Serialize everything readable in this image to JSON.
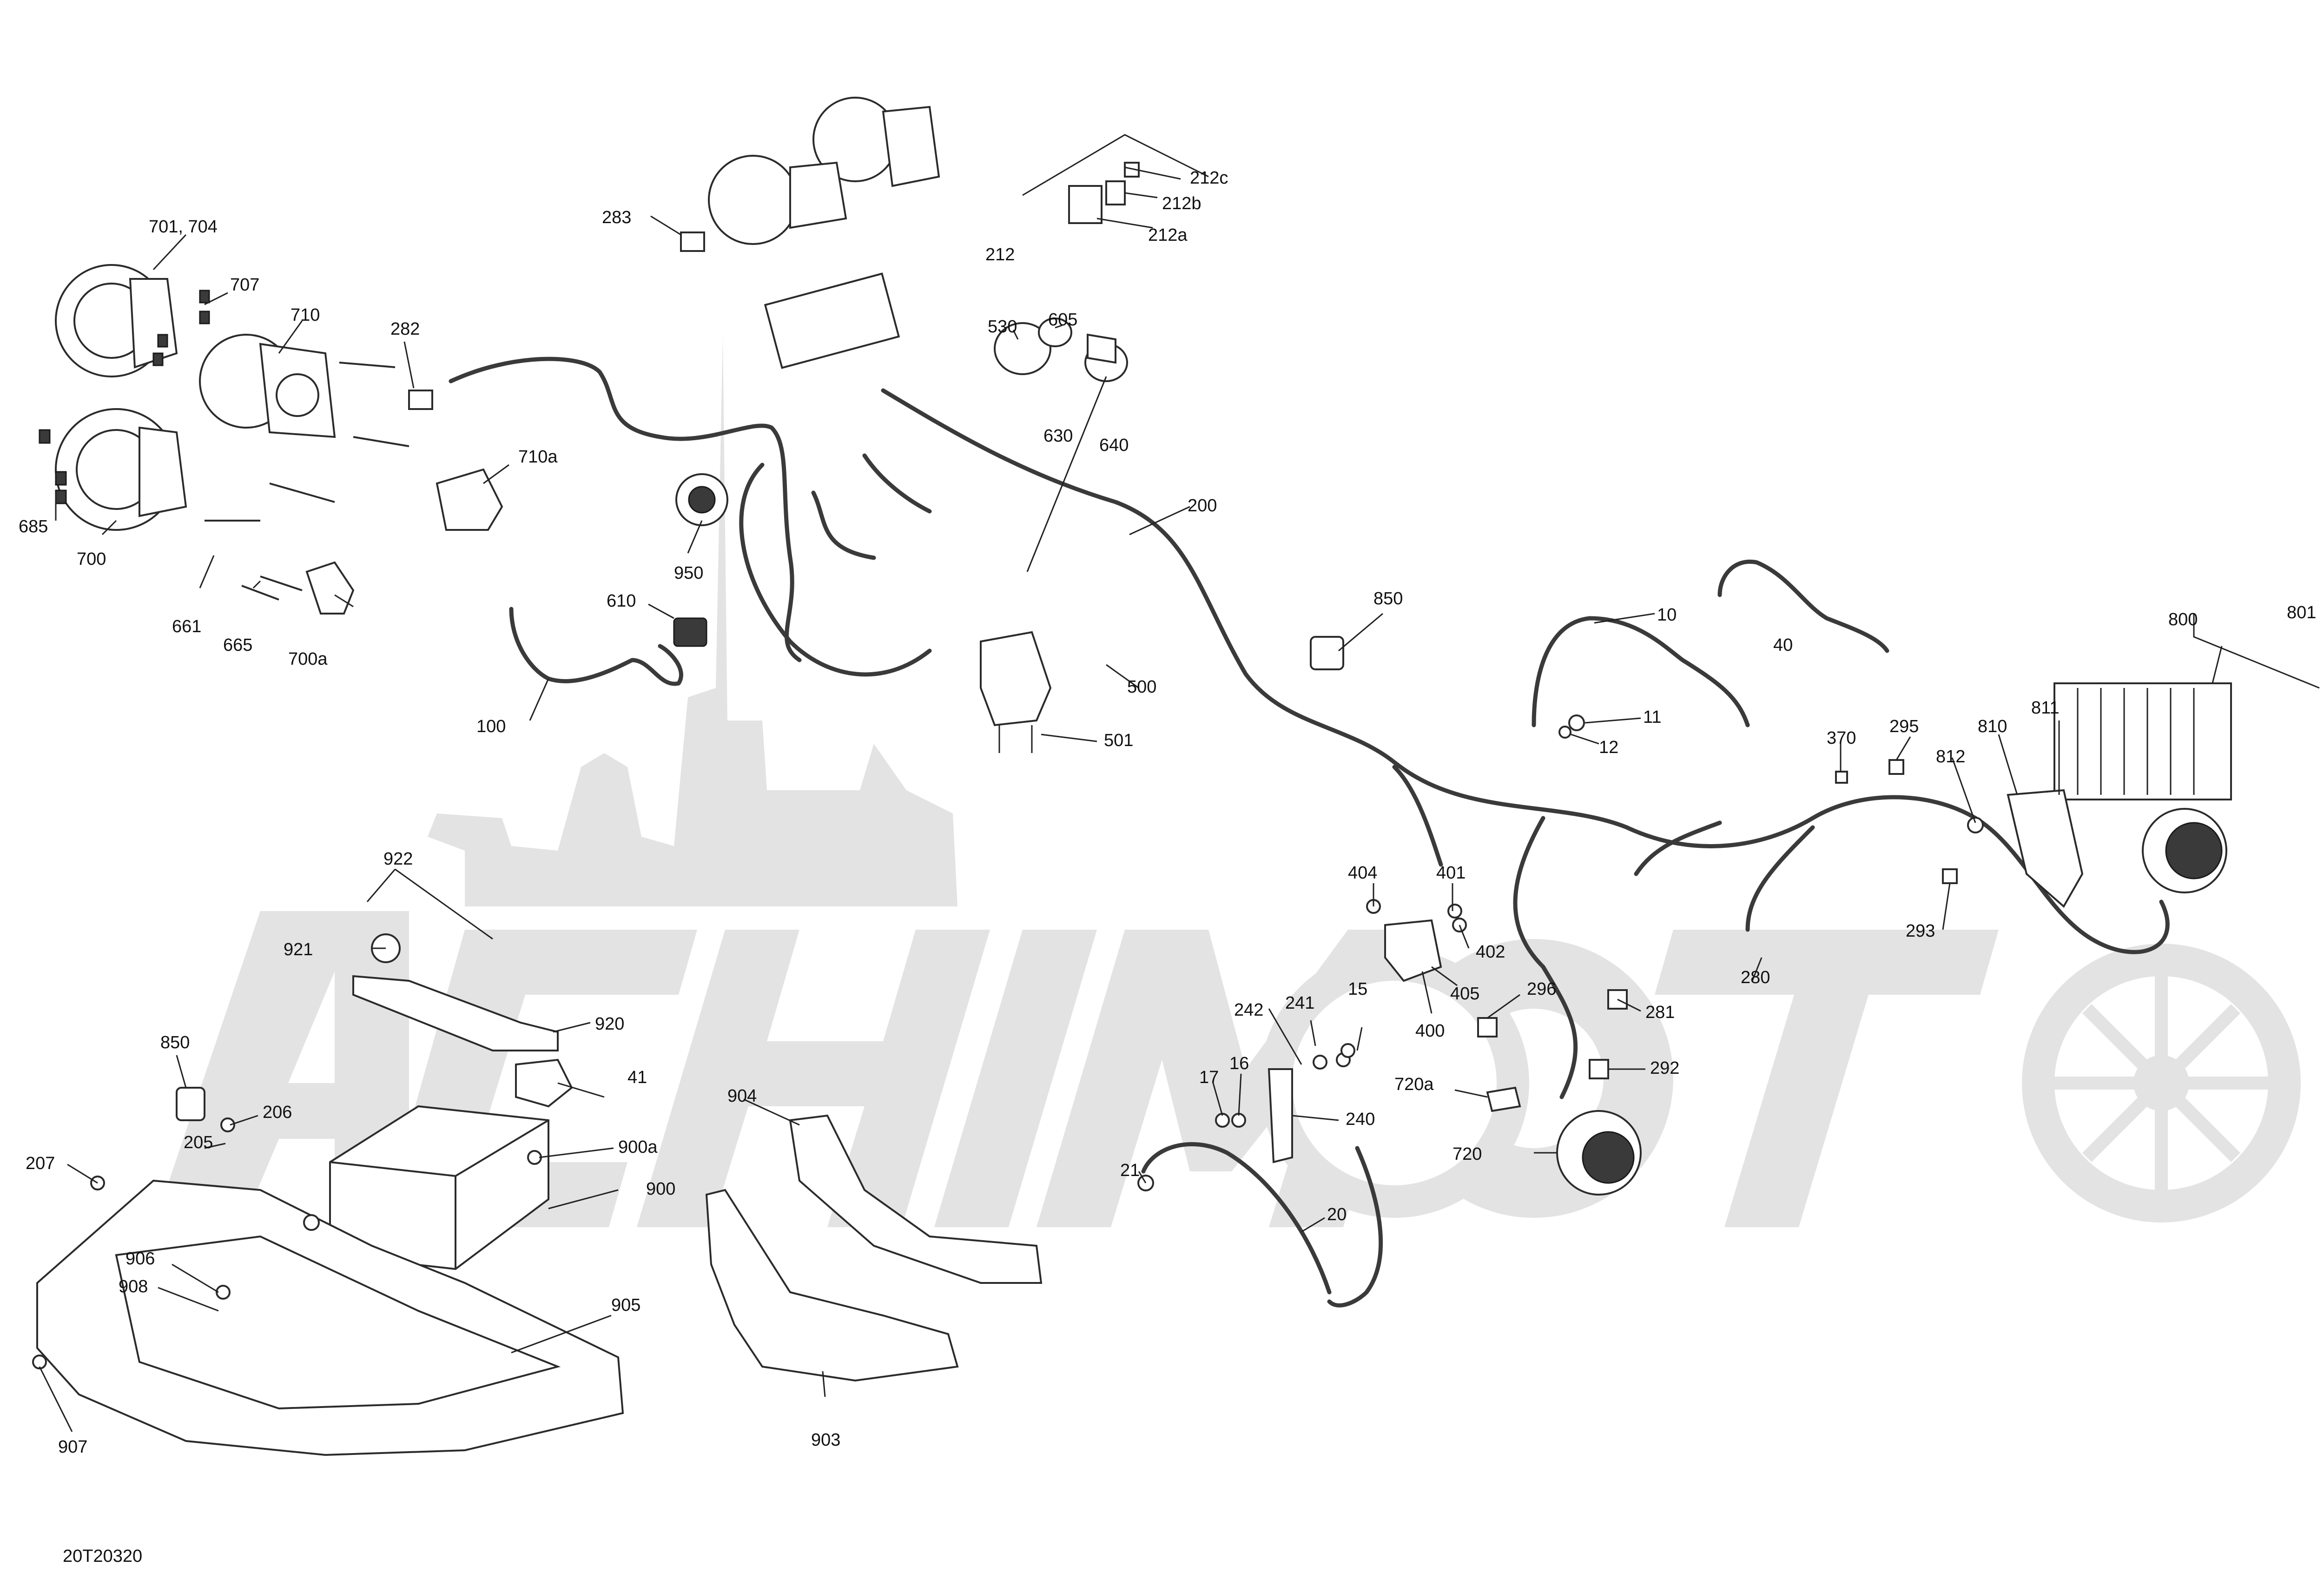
{
  "diagram_code": "20T20320",
  "watermark": {
    "text": "ACHIMOTO"
  },
  "labels": {
    "p701_704": "701, 704",
    "p707": "707",
    "p710": "710",
    "p685": "685",
    "p700": "700",
    "p661": "661",
    "p665": "665",
    "p700a": "700a",
    "p282": "282",
    "p710a": "710a",
    "p283": "283",
    "p212": "212",
    "p212a": "212a",
    "p212b": "212b",
    "p212c": "212c",
    "p530": "530",
    "p605": "605",
    "p630": "630",
    "p640": "640",
    "p950": "950",
    "p610": "610",
    "p100": "100",
    "p200": "200",
    "p500": "500",
    "p501": "501",
    "p850a": "850",
    "p10": "10",
    "p40": "40",
    "p11": "11",
    "p12": "12",
    "p800": "800",
    "p801": "801",
    "p811": "811",
    "p810": "810",
    "p812": "812",
    "p370": "370",
    "p295": "295",
    "p293": "293",
    "p404": "404",
    "p401": "401",
    "p402": "402",
    "p405": "405",
    "p400": "400",
    "p296": "296",
    "p281": "281",
    "p280": "280",
    "p292": "292",
    "p15": "15",
    "p241": "241",
    "p242": "242",
    "p16": "16",
    "p17": "17",
    "p240": "240",
    "p720a": "720a",
    "p720": "720",
    "p21": "21",
    "p20": "20",
    "p922": "922",
    "p921": "921",
    "p920": "920",
    "p41": "41",
    "p850b": "850",
    "p206": "206",
    "p205": "205",
    "p207": "207",
    "p900a": "900a",
    "p900": "900",
    "p904": "904",
    "p903": "903",
    "p905": "905",
    "p906": "906",
    "p908": "908",
    "p907": "907"
  }
}
